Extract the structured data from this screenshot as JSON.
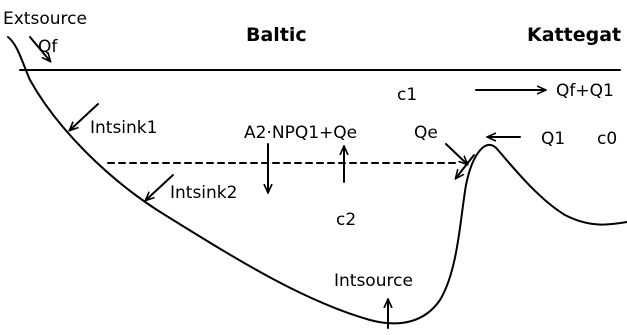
{
  "headings": {
    "left": "Baltic",
    "right": "Kattegat"
  },
  "labels": {
    "extsource": "Extsource",
    "qf": "Qf",
    "intsink1": "Intsink1",
    "intsink2": "Intsink2",
    "a2npq1qe": "A2·NPQ1+Qe",
    "qe": "Qe",
    "q1": "Q1",
    "c0": "c0",
    "c1": "c1",
    "c2": "c2",
    "outflow": "Qf+Q1",
    "intsource": "Intsource"
  },
  "colors": {
    "line": "#000000",
    "background": "#ffffff"
  }
}
